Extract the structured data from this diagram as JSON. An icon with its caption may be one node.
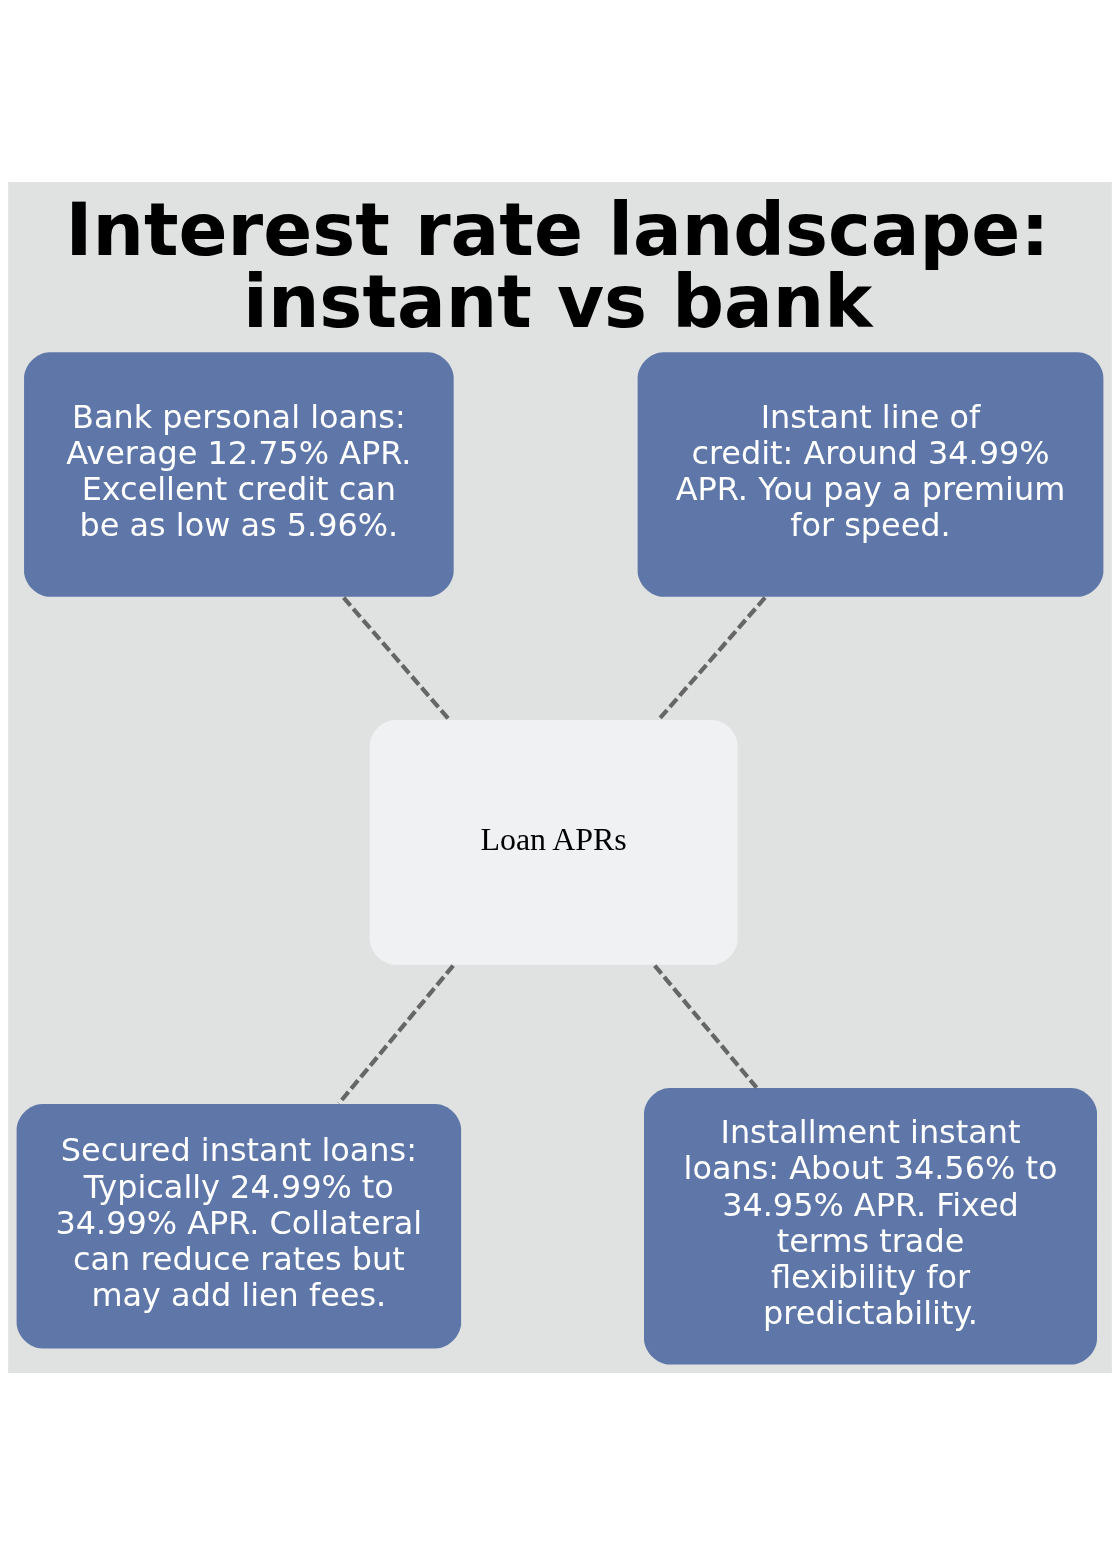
{
  "diagram": {
    "title": "Interest rate landscape: instant vs bank",
    "nodes": [
      {
        "text": [
          "Bank personal loans: Average 12.75% APR. Excellent credit can be as low as 5.96%."
        ]
      },
      {
        "text": [
          "Instant line of credit: Around 34.99% APR. You pay a premium for speed."
        ]
      },
      {
        "text": [
          "Loan APRs"
        ]
      },
      {
        "text": [
          "Secured instant loans: Typically 24.99% to 34.99% APR. Collateral can reduce rates but may add lien fees."
        ]
      },
      {
        "text": [
          "Installment instant loans: About 34.56% to 34.95% APR. Fixed terms trade flexibility for predictability."
        ]
      }
    ],
    "edges": [
      {
        "from": 0,
        "to": 2,
        "arrow": "none",
        "style": "dashed"
      },
      {
        "from": 1,
        "to": 2,
        "arrow": "none",
        "style": "dashed"
      },
      {
        "from": 2,
        "to": 3,
        "arrow": "none",
        "style": "dashed"
      },
      {
        "from": 2,
        "to": 4,
        "arrow": "none",
        "style": "dashed"
      }
    ]
  }
}
